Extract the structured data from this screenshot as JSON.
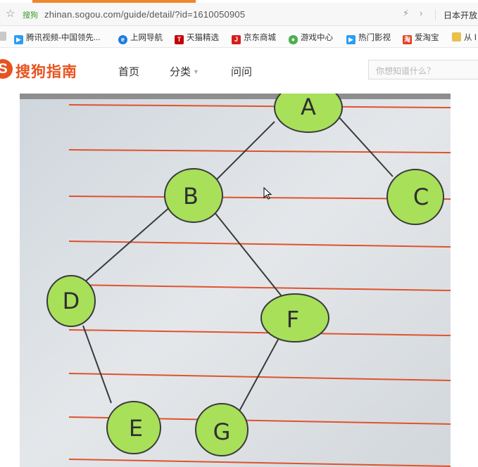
{
  "browser": {
    "site_badge": "搜狗",
    "url": "zhinan.sogou.com/guide/detail/?id=1610050905",
    "right_text": "日本开放"
  },
  "bookmarks": [
    {
      "label": "腾讯视频-中国领先...",
      "icon": "video-play-icon",
      "color": "#2a9df4"
    },
    {
      "label": "上网导航",
      "icon": "ie-icon",
      "color": "#1e7be0"
    },
    {
      "label": "天猫精选",
      "icon": "tmall-icon",
      "color": "#c40000"
    },
    {
      "label": "京东商城",
      "icon": "jd-icon",
      "color": "#d71c1c"
    },
    {
      "label": "游戏中心",
      "icon": "gamepad-icon",
      "color": "#4caf50"
    },
    {
      "label": "热门影视",
      "icon": "video-play-icon",
      "color": "#2a9df4"
    },
    {
      "label": "爱淘宝",
      "icon": "taobao-icon",
      "color": "#e43d1f"
    },
    {
      "label": "从 I",
      "icon": "folder-icon",
      "color": "#e8c14a"
    }
  ],
  "site": {
    "logo_text": "搜狗指南",
    "nav": {
      "home": "首页",
      "category": "分类",
      "ask": "问问"
    },
    "search_placeholder": "你想知道什么？"
  },
  "tree": {
    "nodes": [
      "A",
      "B",
      "C",
      "D",
      "F",
      "E",
      "G"
    ],
    "node_color": "#a8e05a",
    "line_color": "#e0522e"
  }
}
